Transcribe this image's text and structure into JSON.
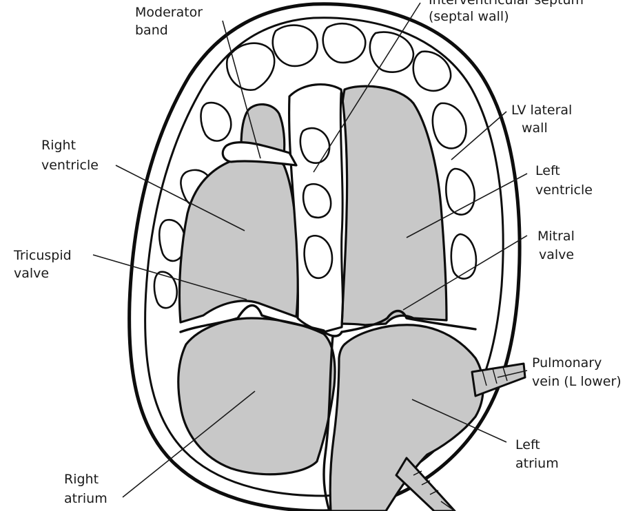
{
  "labels": {
    "moderator_band": [
      "Moderator",
      "band"
    ],
    "interventricular_septum": [
      "Interventricular septum",
      "(septal wall)"
    ],
    "lv_lateral_wall": [
      "LV lateral",
      "wall"
    ],
    "right_ventricle": [
      "Right",
      "ventricle"
    ],
    "left_ventricle": [
      "Left",
      "ventricle"
    ],
    "tricuspid_valve": [
      "Tricuspid",
      "valve"
    ],
    "mitral_valve": [
      "Mitral",
      "valve"
    ],
    "pulmonary_vein": [
      "Pulmonary",
      "vein (L lower)"
    ],
    "left_atrium": [
      "Left",
      "atrium"
    ],
    "right_atrium": [
      "Right",
      "atrium"
    ]
  },
  "colors": {
    "chamber_fill": "#c8c8c8",
    "outline": "#0d0d0d",
    "background": "#ffffff"
  }
}
